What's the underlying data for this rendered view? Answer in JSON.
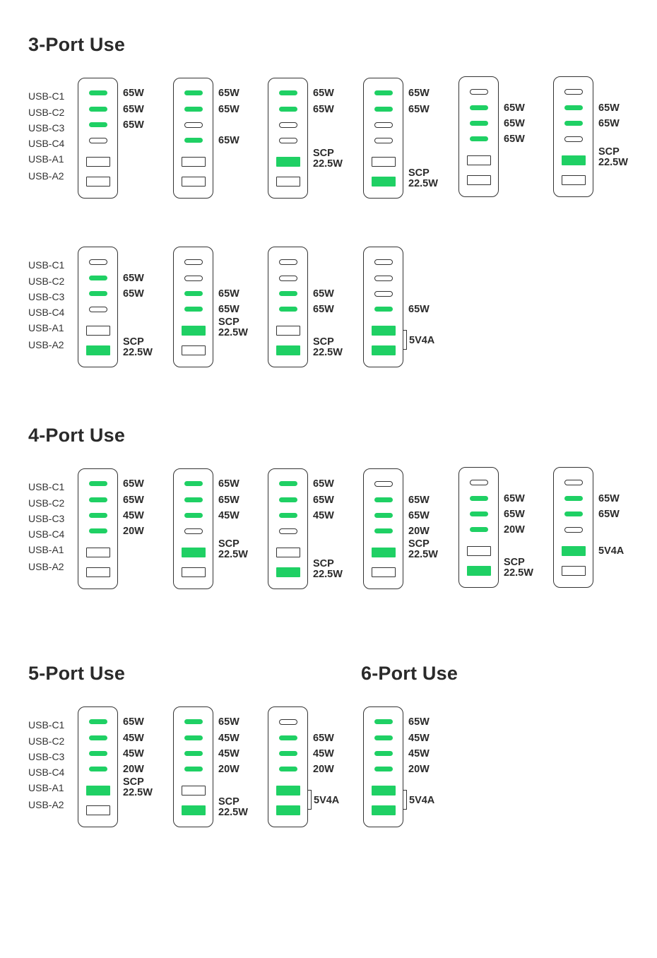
{
  "accent_color": "#1fd064",
  "outline_color": "#333333",
  "port_names": [
    "USB-C1",
    "USB-C2",
    "USB-C3",
    "USB-C4",
    "USB-A1",
    "USB-A2"
  ],
  "sections": [
    {
      "title": "3-Port Use",
      "configs": [
        {
          "ports": [
            1,
            1,
            1,
            0,
            0,
            0
          ],
          "labels": [
            {
              "port": 0,
              "lines": [
                "65W"
              ]
            },
            {
              "port": 1,
              "lines": [
                "65W"
              ]
            },
            {
              "port": 2,
              "lines": [
                "65W"
              ]
            }
          ]
        },
        {
          "ports": [
            1,
            1,
            0,
            1,
            0,
            0
          ],
          "labels": [
            {
              "port": 0,
              "lines": [
                "65W"
              ]
            },
            {
              "port": 1,
              "lines": [
                "65W"
              ]
            },
            {
              "port": 3,
              "lines": [
                "65W"
              ]
            }
          ]
        },
        {
          "ports": [
            1,
            1,
            0,
            0,
            1,
            0
          ],
          "labels": [
            {
              "port": 0,
              "lines": [
                "65W"
              ]
            },
            {
              "port": 1,
              "lines": [
                "65W"
              ]
            },
            {
              "port": 4,
              "lines": [
                "SCP",
                "22.5W"
              ]
            }
          ]
        },
        {
          "ports": [
            1,
            1,
            0,
            0,
            0,
            1
          ],
          "labels": [
            {
              "port": 0,
              "lines": [
                "65W"
              ]
            },
            {
              "port": 1,
              "lines": [
                "65W"
              ]
            },
            {
              "port": 5,
              "lines": [
                "SCP",
                "22.5W"
              ]
            }
          ]
        },
        {
          "ports": [
            0,
            1,
            1,
            1,
            0,
            0
          ],
          "labels": [
            {
              "port": 1,
              "lines": [
                "65W"
              ]
            },
            {
              "port": 2,
              "lines": [
                "65W"
              ]
            },
            {
              "port": 3,
              "lines": [
                "65W"
              ]
            }
          ]
        },
        {
          "ports": [
            0,
            1,
            1,
            0,
            1,
            0
          ],
          "labels": [
            {
              "port": 1,
              "lines": [
                "65W"
              ]
            },
            {
              "port": 2,
              "lines": [
                "65W"
              ]
            },
            {
              "port": 4,
              "lines": [
                "SCP",
                "22.5W"
              ]
            }
          ]
        },
        {
          "ports": [
            0,
            1,
            1,
            0,
            0,
            1
          ],
          "labels": [
            {
              "port": 1,
              "lines": [
                "65W"
              ]
            },
            {
              "port": 2,
              "lines": [
                "65W"
              ]
            },
            {
              "port": 5,
              "lines": [
                "SCP",
                "22.5W"
              ]
            }
          ]
        },
        {
          "ports": [
            0,
            0,
            1,
            1,
            1,
            0
          ],
          "labels": [
            {
              "port": 2,
              "lines": [
                "65W"
              ]
            },
            {
              "port": 3,
              "lines": [
                "65W"
              ]
            },
            {
              "port": 4,
              "lines": [
                "SCP",
                "22.5W"
              ]
            }
          ]
        },
        {
          "ports": [
            0,
            0,
            1,
            1,
            0,
            1
          ],
          "labels": [
            {
              "port": 2,
              "lines": [
                "65W"
              ]
            },
            {
              "port": 3,
              "lines": [
                "65W"
              ]
            },
            {
              "port": 5,
              "lines": [
                "SCP",
                "22.5W"
              ]
            }
          ]
        },
        {
          "ports": [
            0,
            0,
            0,
            1,
            1,
            1
          ],
          "labels": [
            {
              "port": 3,
              "lines": [
                "65W"
              ]
            },
            {
              "bracket": [
                4,
                5
              ],
              "lines": [
                "5V4A"
              ]
            }
          ]
        }
      ]
    },
    {
      "title": "4-Port Use",
      "configs": [
        {
          "ports": [
            1,
            1,
            1,
            1,
            0,
            0
          ],
          "labels": [
            {
              "port": 0,
              "lines": [
                "65W"
              ]
            },
            {
              "port": 1,
              "lines": [
                "65W"
              ]
            },
            {
              "port": 2,
              "lines": [
                "45W"
              ]
            },
            {
              "port": 3,
              "lines": [
                "20W"
              ]
            }
          ]
        },
        {
          "ports": [
            1,
            1,
            1,
            0,
            1,
            0
          ],
          "labels": [
            {
              "port": 0,
              "lines": [
                "65W"
              ]
            },
            {
              "port": 1,
              "lines": [
                "65W"
              ]
            },
            {
              "port": 2,
              "lines": [
                "45W"
              ]
            },
            {
              "port": 4,
              "lines": [
                "SCP",
                "22.5W"
              ]
            }
          ]
        },
        {
          "ports": [
            1,
            1,
            1,
            0,
            0,
            1
          ],
          "labels": [
            {
              "port": 0,
              "lines": [
                "65W"
              ]
            },
            {
              "port": 1,
              "lines": [
                "65W"
              ]
            },
            {
              "port": 2,
              "lines": [
                "45W"
              ]
            },
            {
              "port": 5,
              "lines": [
                "SCP",
                "22.5W"
              ]
            }
          ]
        },
        {
          "ports": [
            0,
            1,
            1,
            1,
            1,
            0
          ],
          "labels": [
            {
              "port": 1,
              "lines": [
                "65W"
              ]
            },
            {
              "port": 2,
              "lines": [
                "65W"
              ]
            },
            {
              "port": 3,
              "lines": [
                "20W"
              ]
            },
            {
              "port": 4,
              "lines": [
                "SCP",
                "22.5W"
              ]
            }
          ]
        },
        {
          "ports": [
            0,
            1,
            1,
            1,
            0,
            1
          ],
          "labels": [
            {
              "port": 1,
              "lines": [
                "65W"
              ]
            },
            {
              "port": 2,
              "lines": [
                "65W"
              ]
            },
            {
              "port": 3,
              "lines": [
                "20W"
              ]
            },
            {
              "port": 5,
              "lines": [
                "SCP",
                "22.5W"
              ]
            }
          ]
        },
        {
          "ports": [
            0,
            1,
            1,
            0,
            1,
            0
          ],
          "labels": [
            {
              "port": 1,
              "lines": [
                "65W"
              ]
            },
            {
              "port": 2,
              "lines": [
                "65W"
              ]
            },
            {
              "port": 4,
              "lines": [
                "5V4A"
              ]
            }
          ]
        }
      ]
    },
    {
      "title": "5-Port Use",
      "configs": [
        {
          "ports": [
            1,
            1,
            1,
            1,
            1,
            0
          ],
          "labels": [
            {
              "port": 0,
              "lines": [
                "65W"
              ]
            },
            {
              "port": 1,
              "lines": [
                "45W"
              ]
            },
            {
              "port": 2,
              "lines": [
                "45W"
              ]
            },
            {
              "port": 3,
              "lines": [
                "20W"
              ]
            },
            {
              "port": 4,
              "lines": [
                "SCP",
                "22.5W"
              ]
            }
          ]
        },
        {
          "ports": [
            1,
            1,
            1,
            1,
            0,
            1
          ],
          "labels": [
            {
              "port": 0,
              "lines": [
                "65W"
              ]
            },
            {
              "port": 1,
              "lines": [
                "45W"
              ]
            },
            {
              "port": 2,
              "lines": [
                "45W"
              ]
            },
            {
              "port": 3,
              "lines": [
                "20W"
              ]
            },
            {
              "port": 5,
              "lines": [
                "SCP",
                "22.5W"
              ]
            }
          ]
        },
        {
          "ports": [
            0,
            1,
            1,
            1,
            1,
            1
          ],
          "labels": [
            {
              "port": 1,
              "lines": [
                "65W"
              ]
            },
            {
              "port": 2,
              "lines": [
                "45W"
              ]
            },
            {
              "port": 3,
              "lines": [
                "20W"
              ]
            },
            {
              "bracket": [
                4,
                5
              ],
              "lines": [
                "5V4A"
              ]
            }
          ]
        }
      ]
    },
    {
      "title": "6-Port Use",
      "configs": [
        {
          "ports": [
            1,
            1,
            1,
            1,
            1,
            1
          ],
          "labels": [
            {
              "port": 0,
              "lines": [
                "65W"
              ]
            },
            {
              "port": 1,
              "lines": [
                "45W"
              ]
            },
            {
              "port": 2,
              "lines": [
                "45W"
              ]
            },
            {
              "port": 3,
              "lines": [
                "20W"
              ]
            },
            {
              "bracket": [
                4,
                5
              ],
              "lines": [
                "5V4A"
              ]
            }
          ]
        }
      ]
    }
  ]
}
